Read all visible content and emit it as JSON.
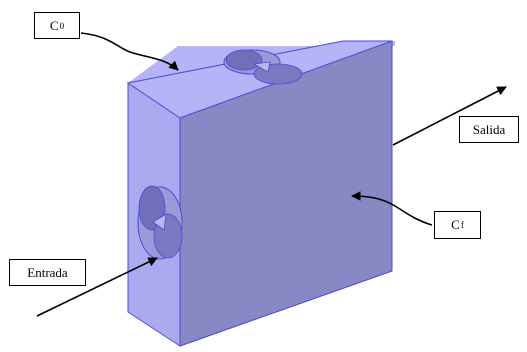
{
  "diagram": {
    "labels": {
      "c0": {
        "main": "C",
        "sub": "0"
      },
      "cf": {
        "main": "C",
        "sub": "f"
      },
      "salida": "Salida",
      "entrada": "Entrada"
    },
    "colors": {
      "front_face": "#8888c4",
      "side_face": "#aaaaf0",
      "top_face": "#b4b4f6",
      "edge": "#4a4ae0",
      "arrow": "#000000"
    }
  }
}
